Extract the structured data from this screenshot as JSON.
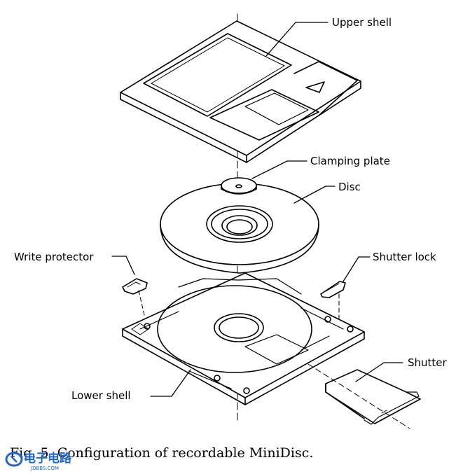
{
  "labels": {
    "upper_shell": "Upper shell",
    "clamping_plate": "Clamping plate",
    "disc": "Disc",
    "write_protector": "Write protector",
    "shutter_lock": "Shutter lock",
    "shutter": "Shutter",
    "lower_shell": "Lower shell"
  },
  "caption": {
    "prefix": "Fig. 5",
    "text": "Configuration of recordable MiniDisc."
  },
  "watermark": {
    "text": "电子电路",
    "sub": "JDBBS.COM",
    "color": "#1e66d0"
  }
}
